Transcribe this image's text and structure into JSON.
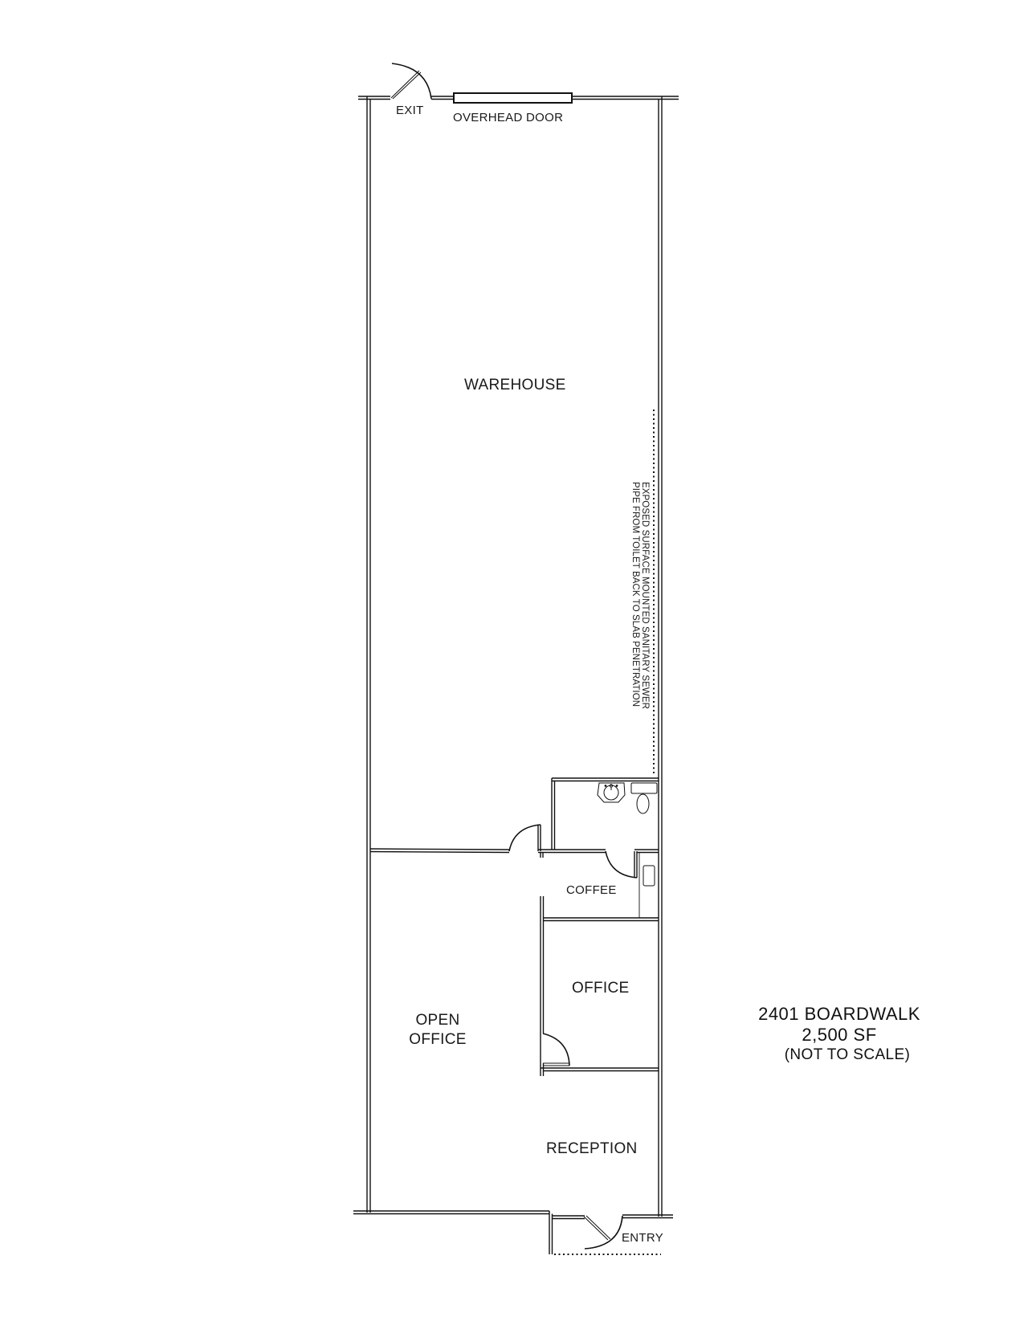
{
  "plan": {
    "property_name": "2401 BOARDWALK",
    "area": "2,500 SF",
    "scale_note": "(NOT TO SCALE)"
  },
  "rooms": {
    "warehouse": "WAREHOUSE",
    "open_office_line1": "OPEN",
    "open_office_line2": "OFFICE",
    "office": "OFFICE",
    "coffee": "COFFEE",
    "reception": "RECEPTION"
  },
  "doors": {
    "exit": "EXIT",
    "overhead": "OVERHEAD DOOR",
    "entry": "ENTRY"
  },
  "notes": {
    "sewer_line1": "EXPOSED SURFACE MOUNTED SANITARY SEWER",
    "sewer_line2": "PIPE FROM TOILET BACK TO SLAB PENETRATION"
  },
  "fixtures": [
    "sink",
    "toilet",
    "coffee-counter-appliance"
  ],
  "colors": {
    "line": "#111111",
    "background": "#ffffff"
  }
}
